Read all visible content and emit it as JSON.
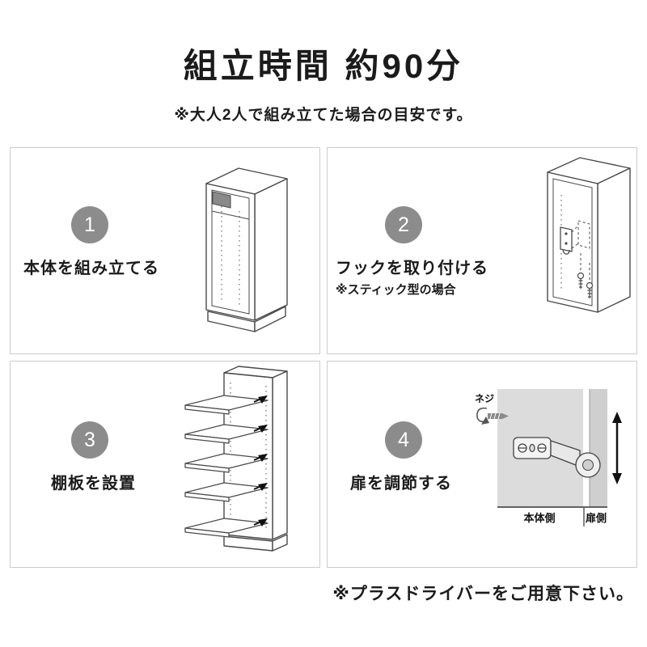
{
  "header": {
    "title": "組立時間 約90分",
    "subtitle": "※大人2人で組み立てた場合の目安です。"
  },
  "steps": [
    {
      "number": "1",
      "label": "本体を組み立てる"
    },
    {
      "number": "2",
      "label": "フックを取り付ける",
      "note": "※スティック型の場合"
    },
    {
      "number": "3",
      "label": "棚板を設置"
    },
    {
      "number": "4",
      "label": "扉を調節する",
      "diagram": {
        "screw_label": "ネジ",
        "body_side_label": "本体側",
        "door_side_label": "扉側"
      }
    }
  ],
  "footer": {
    "note": "※プラスドライバーをご用意下さい。"
  },
  "colors": {
    "badge": "#8c8c8c",
    "border": "#cccccc",
    "line": "#4a4a4a"
  }
}
